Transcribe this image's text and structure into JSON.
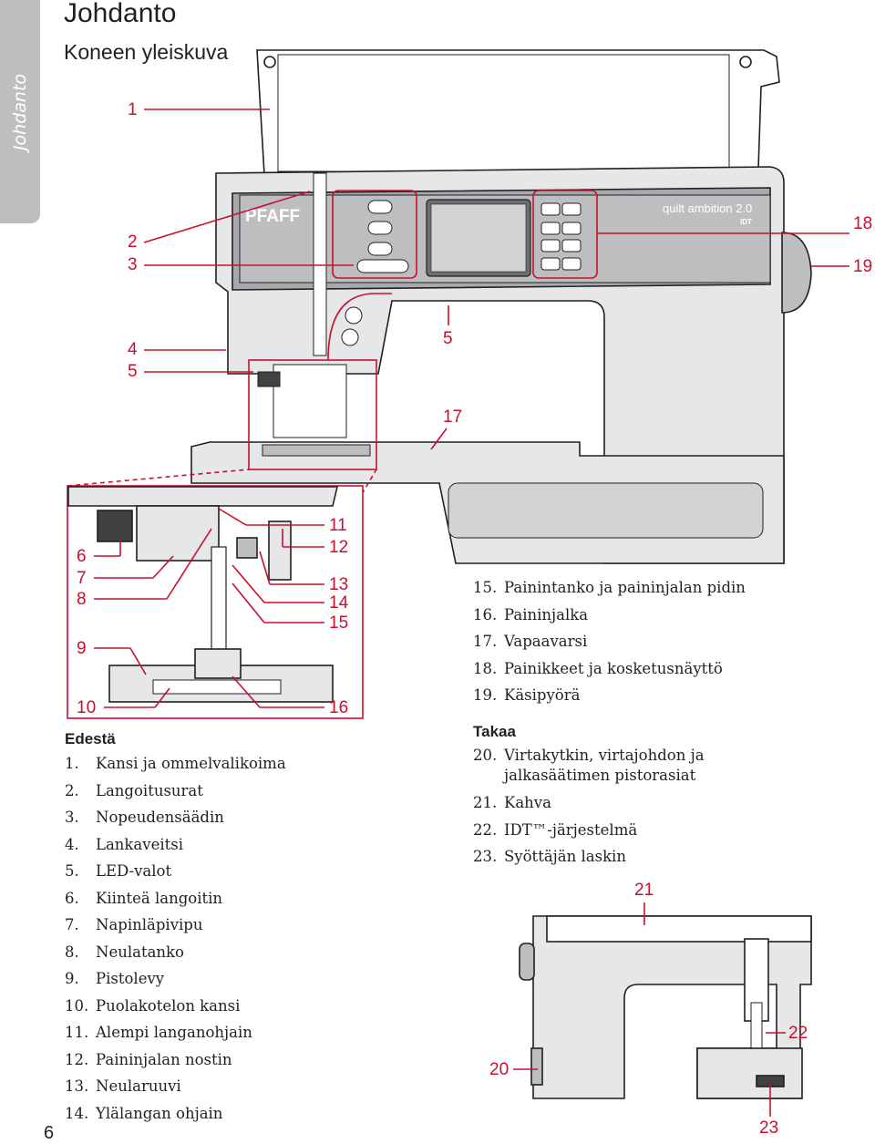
{
  "sidebar": {
    "tab_label": "Johdanto"
  },
  "page": {
    "title": "Johdanto",
    "subtitle": "Koneen yleiskuva",
    "number": "6"
  },
  "machine": {
    "brand": "PFAFF",
    "model": "quilt ambition 2.0",
    "badge": "IDT"
  },
  "callouts": {
    "main": [
      "1",
      "2",
      "3",
      "4",
      "5",
      "5",
      "17",
      "18",
      "19"
    ],
    "detail": [
      "6",
      "7",
      "8",
      "9",
      "10",
      "11",
      "12",
      "13",
      "14",
      "15",
      "16"
    ],
    "back": [
      "21",
      "20",
      "22",
      "23"
    ]
  },
  "front": {
    "heading": "Edestä",
    "items": [
      {
        "num": "1.",
        "text": "Kansi ja ommelvalikoima"
      },
      {
        "num": "2.",
        "text": "Langoitusurat"
      },
      {
        "num": "3.",
        "text": "Nopeudensäädin"
      },
      {
        "num": "4.",
        "text": "Lankaveitsi"
      },
      {
        "num": "5.",
        "text": "LED-valot"
      },
      {
        "num": "6.",
        "text": "Kiinteä langoitin"
      },
      {
        "num": "7.",
        "text": "Napinläpivipu"
      },
      {
        "num": "8.",
        "text": "Neulatanko"
      },
      {
        "num": "9.",
        "text": "Pistolevy"
      },
      {
        "num": "10.",
        "text": "Puolakotelon kansi"
      },
      {
        "num": "11.",
        "text": "Alempi langanohjain"
      },
      {
        "num": "12.",
        "text": "Paininjalan nostin"
      },
      {
        "num": "13.",
        "text": "Neularuuvi"
      },
      {
        "num": "14.",
        "text": "Ylälangan ohjain"
      }
    ]
  },
  "front_cont": {
    "items": [
      {
        "num": "15.",
        "text": "Painintanko ja paininjalan pidin"
      },
      {
        "num": "16.",
        "text": "Paininjalka"
      },
      {
        "num": "17.",
        "text": "Vapaavarsi"
      },
      {
        "num": "18.",
        "text": "Painikkeet ja kosketusnäyttö"
      },
      {
        "num": "19.",
        "text": "Käsipyörä"
      }
    ]
  },
  "back": {
    "heading": "Takaa",
    "items": [
      {
        "num": "20.",
        "text": "Virtakytkin, virtajohdon ja jalkasäätimen pistorasiat"
      },
      {
        "num": "21.",
        "text": "Kahva"
      },
      {
        "num": "22.",
        "text": "IDT™-järjestelmä"
      },
      {
        "num": "23.",
        "text": "Syöttäjän laskin"
      }
    ]
  },
  "colors": {
    "callout": "#c8102e",
    "sidetab": "#bdbec0",
    "machine_body": "#e6e7e8",
    "machine_dark": "#808285",
    "outline": "#231f20"
  }
}
